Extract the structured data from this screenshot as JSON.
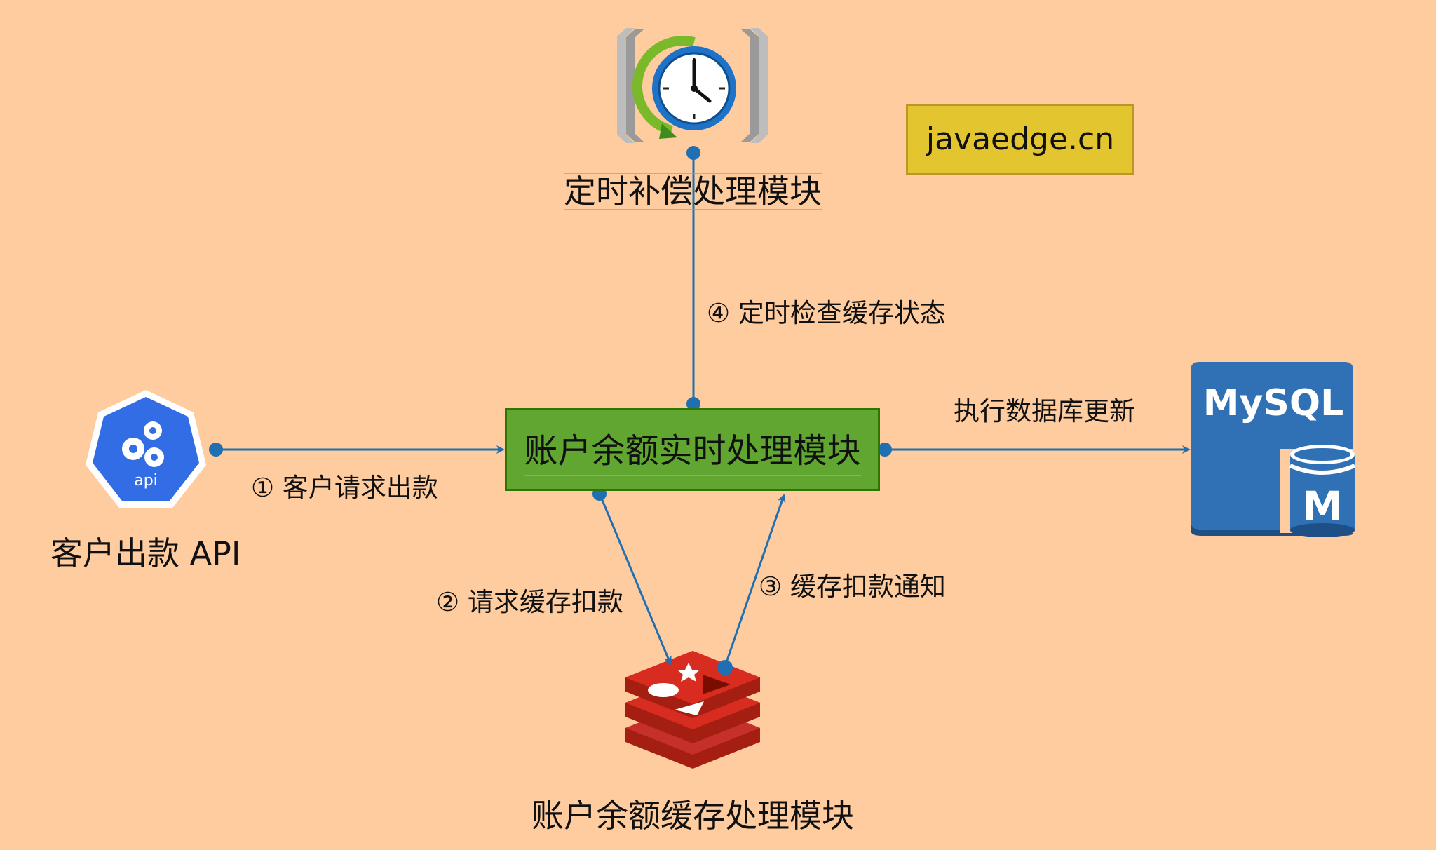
{
  "nodes": {
    "timer": {
      "label": "定时补偿处理模块",
      "icon": "clock-icon"
    },
    "brand": {
      "label": "javaedge.cn"
    },
    "api": {
      "label": "客户出款 API",
      "icon_text": "api",
      "icon": "api-gears-icon"
    },
    "realtime": {
      "label": "账户余额实时处理模块"
    },
    "mysql": {
      "label_top": "MySQL",
      "label_bottom": "M",
      "icon": "mysql-database-icon"
    },
    "redis": {
      "label": "账户余额缓存处理模块",
      "icon": "redis-icon"
    }
  },
  "edges": {
    "e1": "① 客户请求出款",
    "e2": "② 请求缓存扣款",
    "e3": "③ 缓存扣款通知",
    "e4": "④ 定时检查缓存状态",
    "e5": "执行数据库更新"
  },
  "colors": {
    "background": "#FECC9E",
    "edge": "#1F6FB2",
    "realtime_fill": "#60A630",
    "brand_fill": "#E3C530",
    "mysql_blue": "#2F71B4",
    "redis_red": "#C6302B",
    "api_blue": "#326DE6"
  }
}
